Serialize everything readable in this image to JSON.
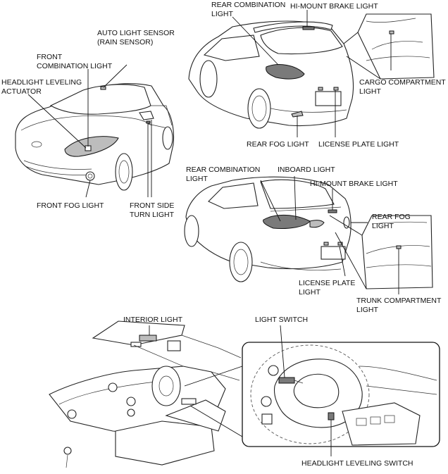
{
  "labels": {
    "auto_light_sensor": [
      "AUTO LIGHT SENSOR",
      "(RAIN SENSOR)"
    ],
    "front_combination_light": [
      "FRONT",
      "COMBINATION LIGHT"
    ],
    "headlight_leveling_actuator": [
      "HEADLIGHT LEVELING",
      "ACTUATOR"
    ],
    "front_fog_light": [
      "FRONT FOG LIGHT"
    ],
    "front_side_turn_light": [
      "FRONT SIDE",
      "TURN LIGHT"
    ],
    "rear_combination_light_hatch": [
      "REAR COMBINATION",
      "LIGHT"
    ],
    "hi_mount_brake_light_hatch": [
      "HI-MOUNT BRAKE LIGHT"
    ],
    "cargo_compartment_light": [
      "CARGO COMPARTMENT",
      "LIGHT"
    ],
    "rear_fog_light_hatch": [
      "REAR FOG LIGHT"
    ],
    "license_plate_light_hatch": [
      "LICENSE PLATE LIGHT"
    ],
    "rear_combination_light_sedan": [
      "REAR COMBINATION",
      "LIGHT"
    ],
    "inboard_light": [
      "INBOARD LIGHT"
    ],
    "hi_mount_brake_light_sedan": [
      "HI-MOUNT BRAKE LIGHT"
    ],
    "rear_fog_light_sedan": [
      "REAR FOG",
      "LIGHT"
    ],
    "license_plate_light_sedan": [
      "LICENSE PLATE",
      "LIGHT"
    ],
    "trunk_compartment_light": [
      "TRUNK COMPARTMENT",
      "LIGHT"
    ],
    "interior_light": [
      "INTERIOR LIGHT"
    ],
    "light_switch": [
      "LIGHT SWITCH"
    ],
    "headlight_leveling_switch": [
      "HEADLIGHT LEVELING SWITCH"
    ]
  }
}
